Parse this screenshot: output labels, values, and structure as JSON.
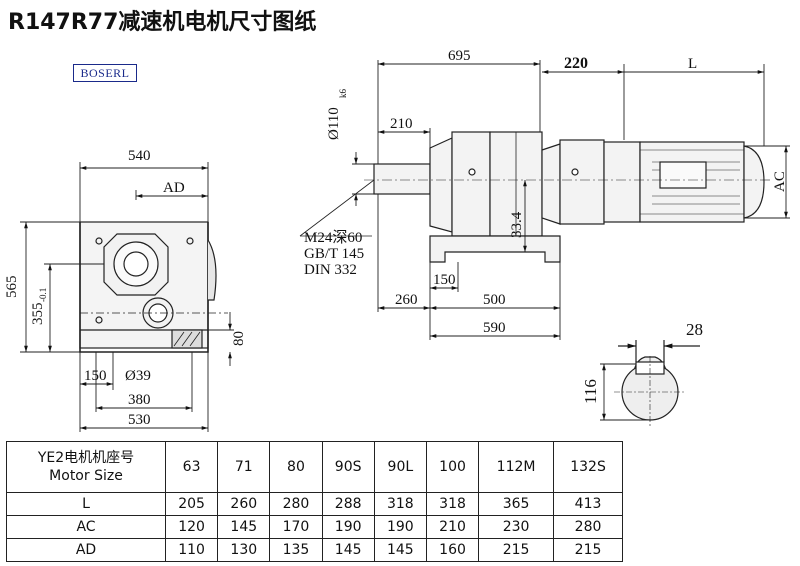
{
  "title": "R147R77减速机电机尺寸图纸",
  "brand": "BOSERL",
  "front_view": {
    "width_top": "540",
    "ad": "AD",
    "height_total": "565",
    "height_center": "355",
    "height_center_tol": "-0.1",
    "foot_h": "80",
    "foot_w": "150",
    "hole": "Ø39",
    "bolt_span": "380",
    "base_w": "530"
  },
  "side_view": {
    "overall": "695",
    "l220": "220",
    "l": "L",
    "shaft_dia": "Ø110",
    "shaft_tol": "k6",
    "shaft_len": "210",
    "ac": "AC",
    "offset": "33.4",
    "thread": "M24深60",
    "std1": "GB/T 145",
    "std2": "DIN 332",
    "d150": "150",
    "d260": "260",
    "d500": "500",
    "d590": "590"
  },
  "key_view": {
    "key_w": "28",
    "key_h": "116"
  },
  "table": {
    "header_cn": "YE2电机机座号",
    "header_en": "Motor Size",
    "sizes": [
      "63",
      "71",
      "80",
      "90S",
      "90L",
      "100",
      "112M",
      "132S"
    ],
    "rows": [
      {
        "label": "L",
        "values": [
          "205",
          "260",
          "280",
          "288",
          "318",
          "318",
          "365",
          "413"
        ]
      },
      {
        "label": "AC",
        "values": [
          "120",
          "145",
          "170",
          "190",
          "190",
          "210",
          "230",
          "280"
        ]
      },
      {
        "label": "AD",
        "values": [
          "110",
          "130",
          "135",
          "145",
          "145",
          "160",
          "215",
          "215"
        ]
      }
    ]
  }
}
